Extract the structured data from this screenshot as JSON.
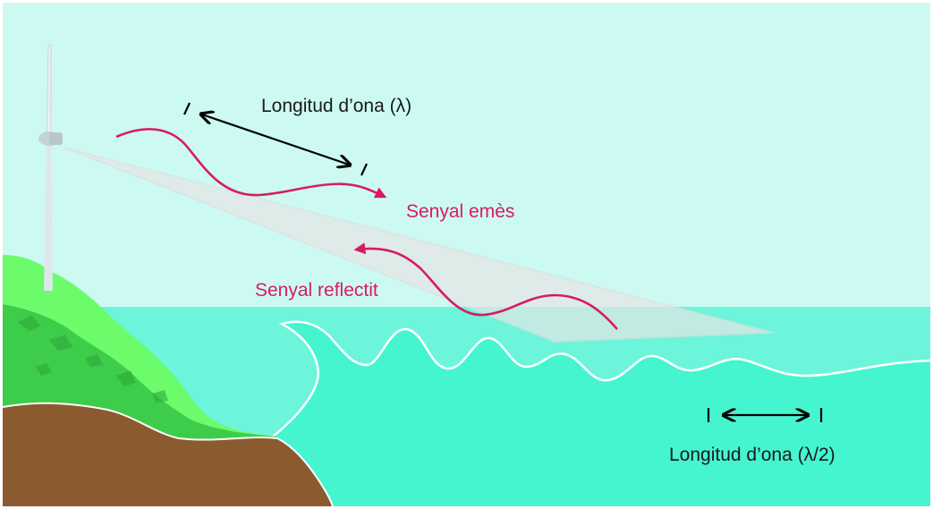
{
  "labels": {
    "wavelength_top": "Longitud d’ona (λ)",
    "signal_emitted": "Senyal emès",
    "signal_reflected": "Senyal reflectit",
    "wavelength_bottom": "Longitud d’ona (λ/2)"
  },
  "colors": {
    "sky": "#ccfaf2",
    "sea_far": "#6cf5da",
    "sea_near": "#45f5d0",
    "hill": "#6cfb6a",
    "hill_shadow": "#3ecc4b",
    "ground": "#8b5a2e",
    "signal": "#d81b60",
    "beam": "#e6e6e6",
    "arrow": "#000000"
  },
  "icons": {
    "wind_turbine": "wind-turbine-icon"
  }
}
